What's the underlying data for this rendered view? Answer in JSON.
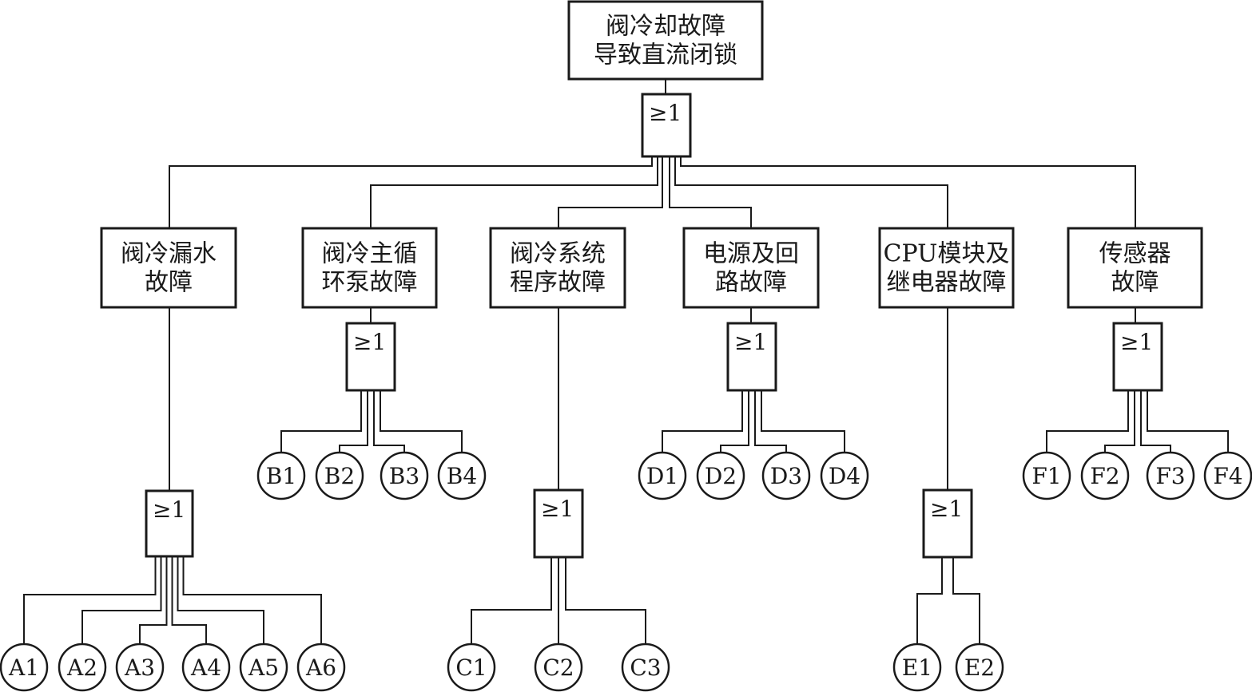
{
  "top_event": {
    "lines": [
      "阀冷却故障",
      "导致直流闭锁"
    ]
  },
  "gate_label": "≥1",
  "branches": [
    {
      "id": "A",
      "lines": [
        "阀冷漏水",
        "故障"
      ],
      "leaves": [
        "A1",
        "A2",
        "A3",
        "A4",
        "A5",
        "A6"
      ]
    },
    {
      "id": "B",
      "lines": [
        "阀冷主循",
        "环泵故障"
      ],
      "leaves": [
        "B1",
        "B2",
        "B3",
        "B4"
      ]
    },
    {
      "id": "C",
      "lines": [
        "阀冷系统",
        "程序故障"
      ],
      "leaves": [
        "C1",
        "C2",
        "C3"
      ]
    },
    {
      "id": "D",
      "lines": [
        "电源及回",
        "路故障"
      ],
      "leaves": [
        "D1",
        "D2",
        "D3",
        "D4"
      ]
    },
    {
      "id": "E",
      "lines": [
        "CPU模块及",
        "继电器故障"
      ],
      "leaves": [
        "E1",
        "E2"
      ]
    },
    {
      "id": "F",
      "lines": [
        "传感器",
        "故障"
      ],
      "leaves": [
        "F1",
        "F2",
        "F3",
        "F4"
      ]
    }
  ],
  "colors": {
    "stroke": "#1a1a1a",
    "background": "#ffffff"
  }
}
